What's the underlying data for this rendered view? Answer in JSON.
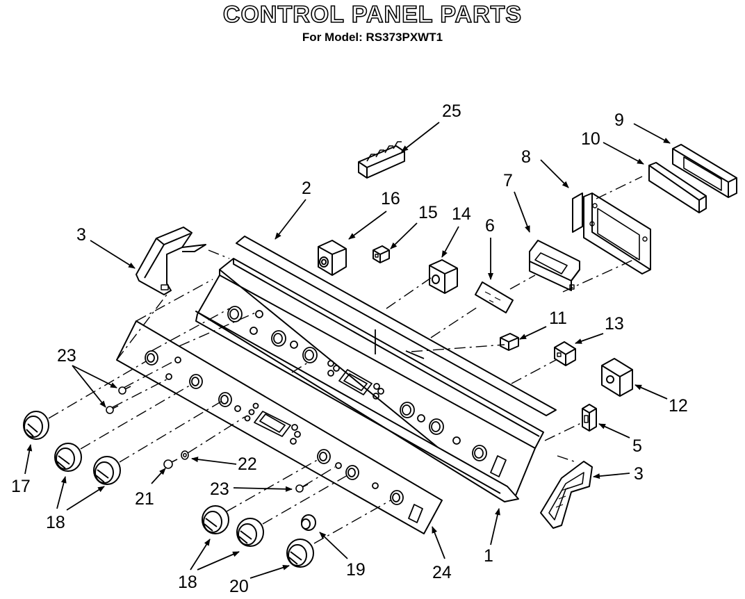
{
  "header": {
    "title": "CONTROL PANEL PARTS",
    "model": "For Model: RS373PXWT1"
  },
  "callouts": {
    "n1": "1",
    "n2": "2",
    "n3a": "3",
    "n3b": "3",
    "n5": "5",
    "n6": "6",
    "n7": "7",
    "n8": "8",
    "n9": "9",
    "n10": "10",
    "n11": "11",
    "n12": "12",
    "n13": "13",
    "n14": "14",
    "n15": "15",
    "n16": "16",
    "n17": "17",
    "n18a": "18",
    "n18b": "18",
    "n19": "19",
    "n20": "20",
    "n21": "21",
    "n22": "22",
    "n23a": "23",
    "n23b": "23",
    "n24": "24",
    "n25": "25"
  }
}
